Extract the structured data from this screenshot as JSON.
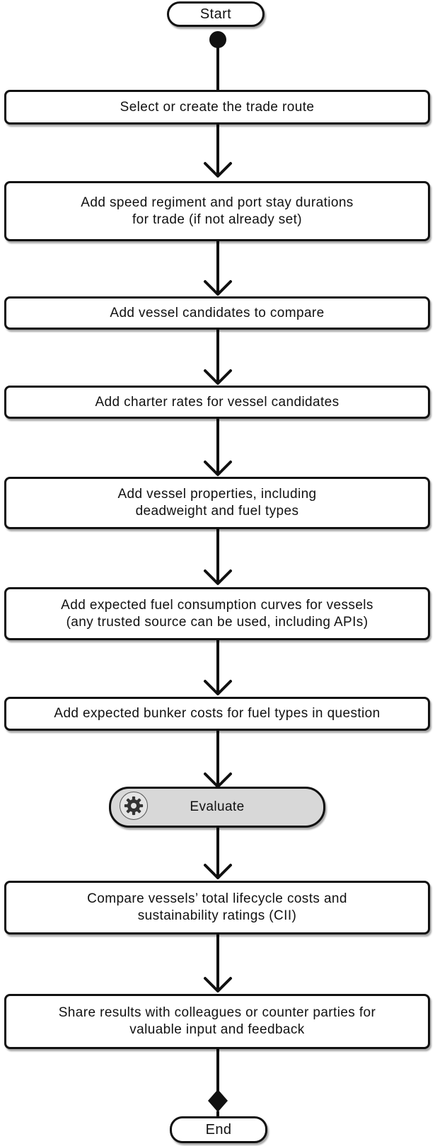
{
  "flowchart": {
    "start_label": "Start",
    "end_label": "End",
    "steps": [
      "Select or create the trade route",
      "Add speed regiment and port stay durations\nfor trade (if not already set)",
      "Add vessel candidates to compare",
      "Add charter rates for vessel candidates",
      "Add vessel properties, including\ndeadweight and fuel types",
      "Add expected fuel consumption curves for vessels\n(any trusted source can be used, including APIs)",
      "Add expected bunker costs for fuel types in question"
    ],
    "evaluate": {
      "label": "Evaluate",
      "icon": "gear-icon"
    },
    "results_steps": [
      "Compare vessels’ total lifecycle costs and\nsustainability ratings (CII)",
      "Share results with colleagues or counter parties for\nvaluable input and feedback"
    ]
  }
}
